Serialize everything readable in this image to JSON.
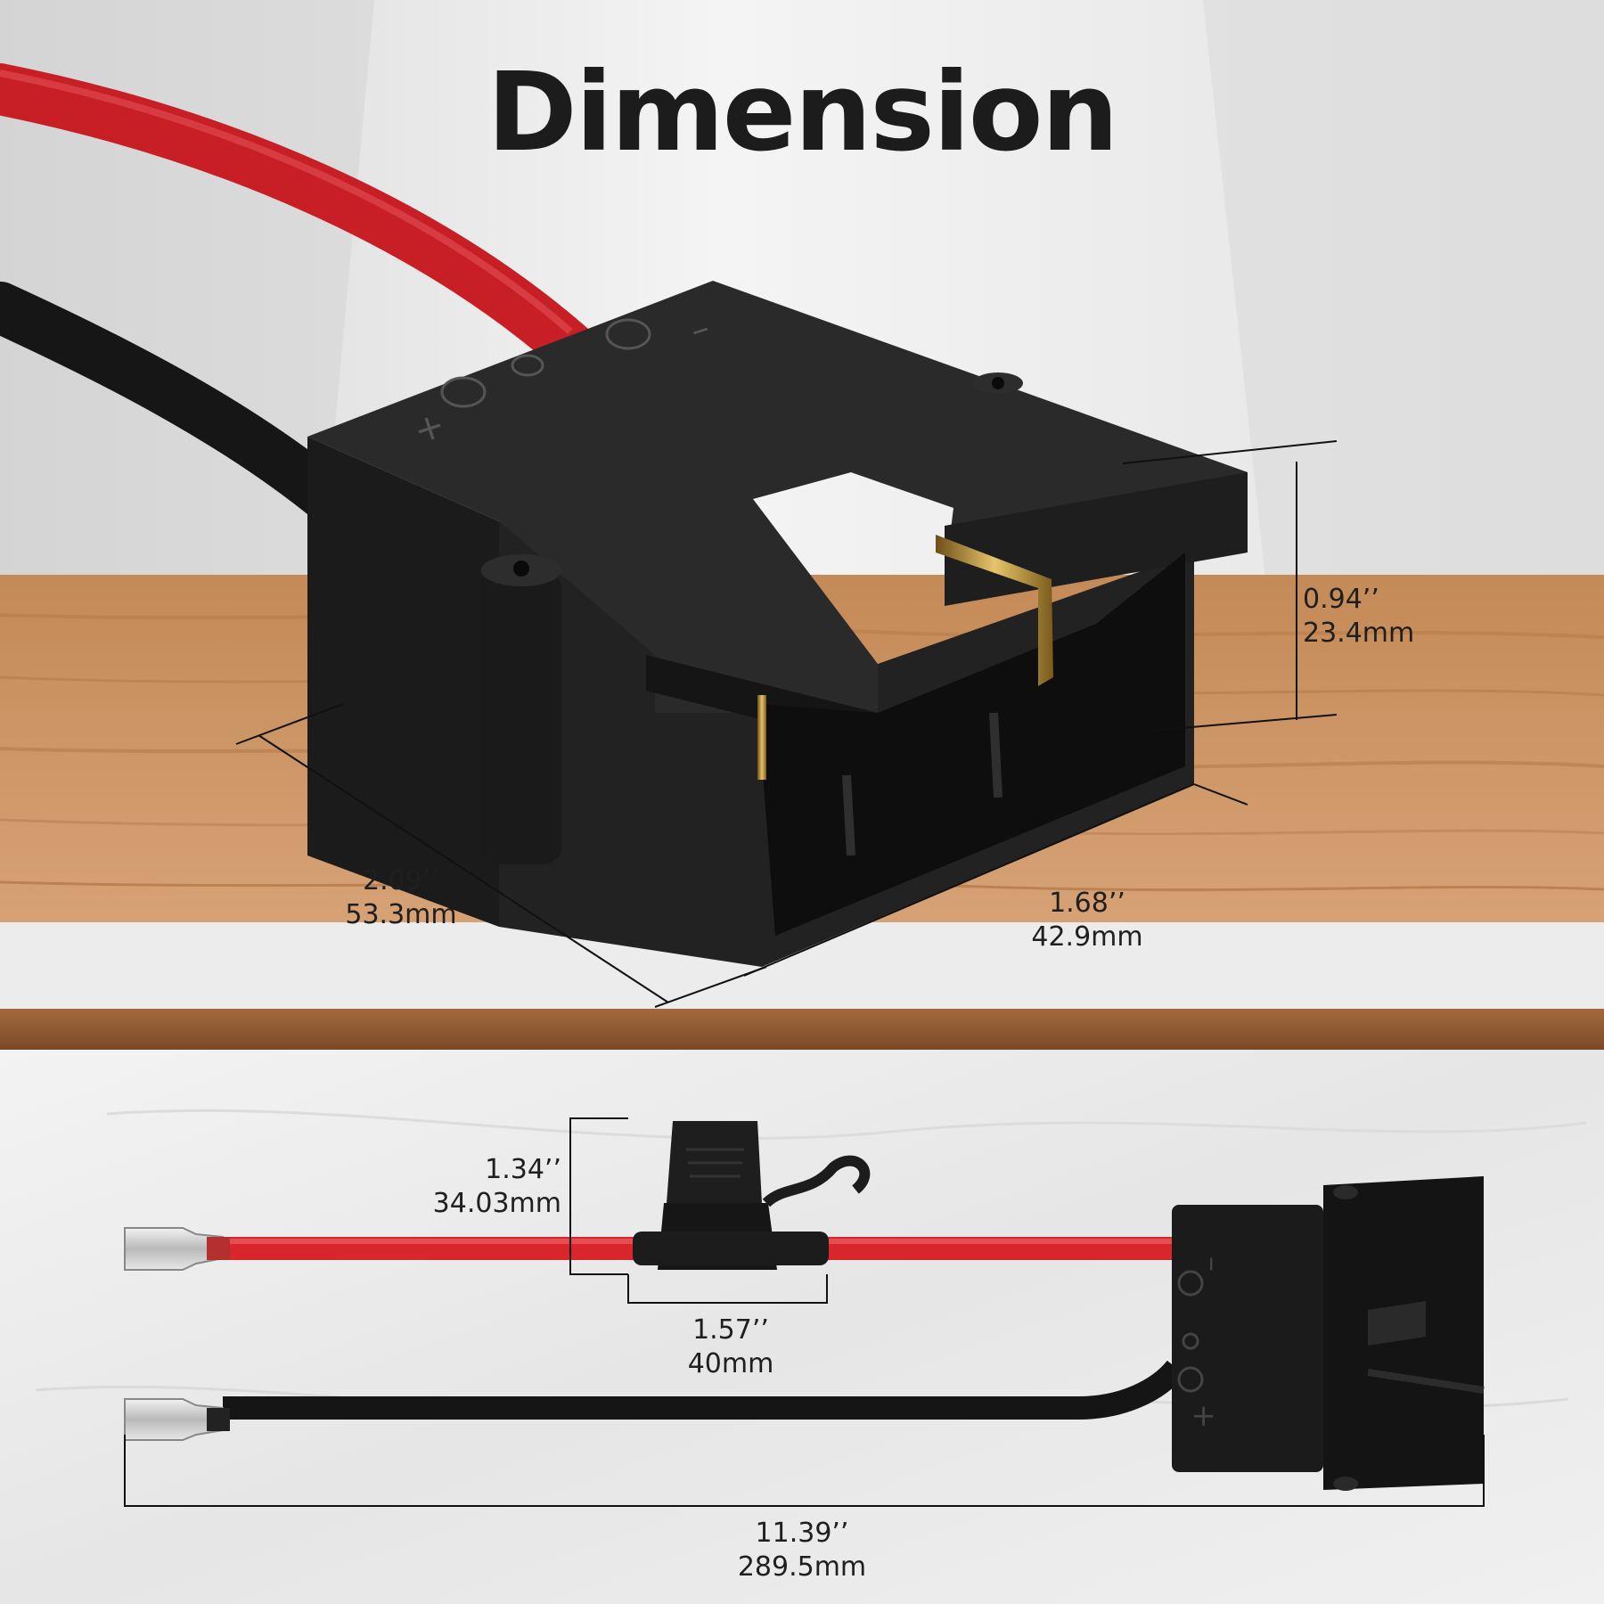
{
  "title": "Dimension",
  "dimensions": {
    "depth": {
      "inch": "2.09’’",
      "mm": "53.3mm"
    },
    "width": {
      "inch": "1.68’’",
      "mm": "42.9mm"
    },
    "height": {
      "inch": "0.94’’",
      "mm": "23.4mm"
    },
    "fuse_height": {
      "inch": "1.34’’",
      "mm": "34.03mm"
    },
    "fuse_width": {
      "inch": "1.57’’",
      "mm": "40mm"
    },
    "total_length": {
      "inch": "11.39’’",
      "mm": "289.5mm"
    }
  },
  "polarity": {
    "plus": "+",
    "minus": "–"
  },
  "colors": {
    "red_wire": "#d8262c",
    "black_wire": "#151515",
    "wood": "#c8905d",
    "housing": "#1d1d1d"
  }
}
